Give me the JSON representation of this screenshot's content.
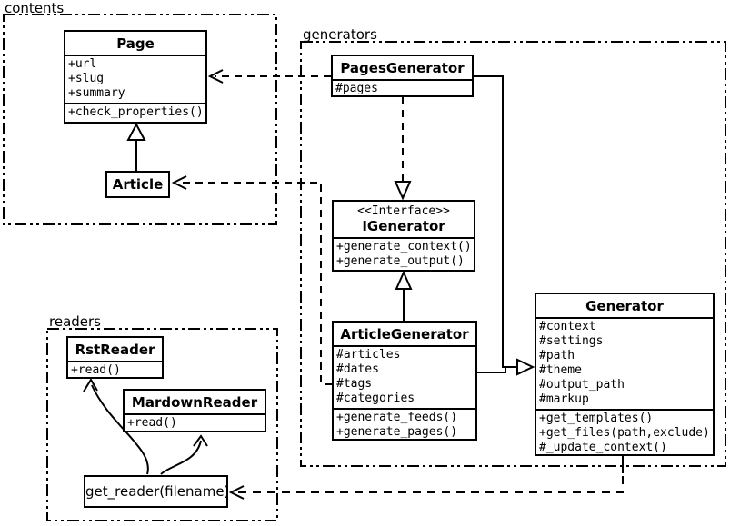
{
  "colors": {
    "background": "#ffffff",
    "line": "#000000"
  },
  "packages": {
    "contents": {
      "label": "contents"
    },
    "generators": {
      "label": "generators"
    },
    "readers": {
      "label": "readers"
    }
  },
  "classes": {
    "page": {
      "name": "Page",
      "attributes": [
        "+url",
        "+slug",
        "+summary"
      ],
      "methods": [
        "+check_properties()"
      ]
    },
    "article": {
      "name": "Article"
    },
    "pages_generator": {
      "name": "PagesGenerator",
      "attributes": [
        "#pages"
      ]
    },
    "igenerator": {
      "stereotype": "<<Interface>>",
      "name": "IGenerator",
      "methods": [
        "+generate_context()",
        "+generate_output()"
      ]
    },
    "article_generator": {
      "name": "ArticleGenerator",
      "attributes": [
        "#articles",
        "#dates",
        "#tags",
        "#categories"
      ],
      "methods": [
        "+generate_feeds()",
        "+generate_pages()"
      ]
    },
    "generator": {
      "name": "Generator",
      "attributes": [
        "#context",
        "#settings",
        "#path",
        "#theme",
        "#output_path",
        "#markup"
      ],
      "methods": [
        "+get_templates()",
        "+get_files(path,exclude)",
        "#_update_context()"
      ]
    },
    "rst_reader": {
      "name": "RstReader",
      "methods": [
        "+read()"
      ]
    },
    "mardown_reader": {
      "name": "MardownReader",
      "methods": [
        "+read()"
      ]
    },
    "get_reader": {
      "label": "get_reader(filename)"
    }
  }
}
